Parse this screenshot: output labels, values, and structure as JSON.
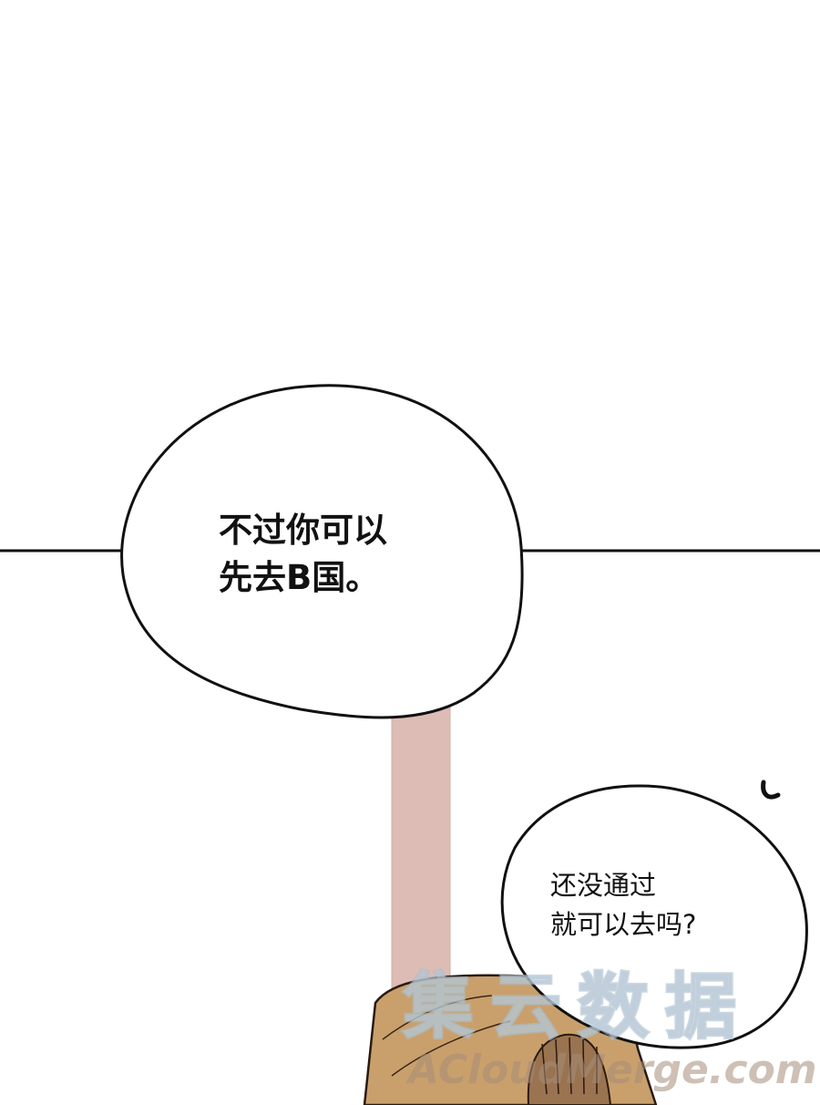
{
  "panel": {
    "background": "#ffffff",
    "divider_color": "#111111",
    "pole_color": "#dcbcb5",
    "hair_color": "#c9a06c",
    "hair_dark_color": "#8a6543"
  },
  "bubbles": [
    {
      "lines": [
        "不过你可以",
        "先去B国。"
      ]
    },
    {
      "lines": [
        "还没通过",
        "就可以去吗?"
      ]
    }
  ],
  "watermark": {
    "cn": "集云数据",
    "en": "ACloudMerge.com"
  }
}
